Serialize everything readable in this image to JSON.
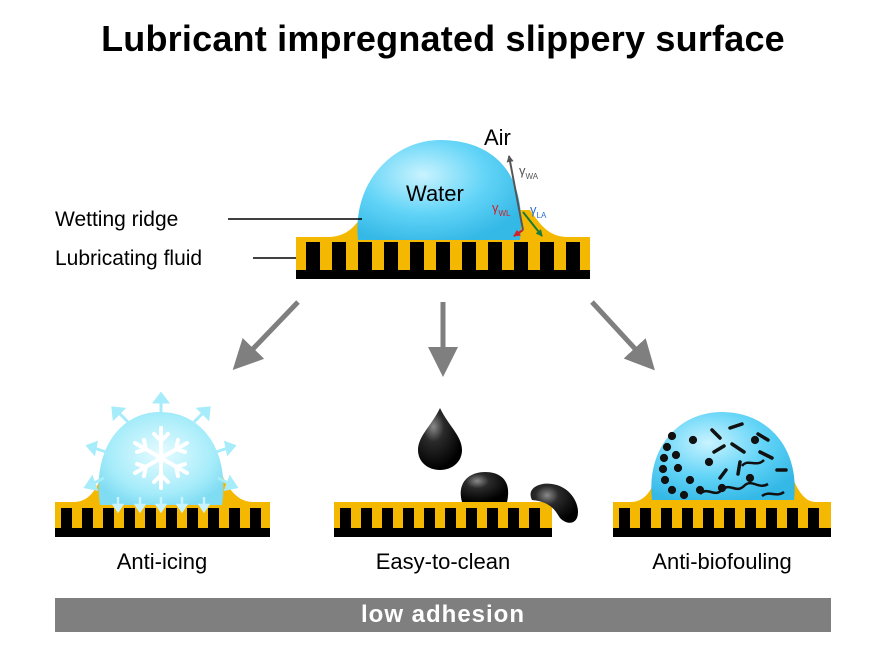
{
  "title": "Lubricant impregnated slippery surface",
  "labels": {
    "air": "Air",
    "water": "Water",
    "wetting_ridge": "Wetting ridge",
    "lubricating_fluid": "Lubricating fluid"
  },
  "tensions": {
    "gamma": "γ",
    "wa": "WA",
    "wl": "WL",
    "la": "LA"
  },
  "applications": {
    "anti_icing": "Anti-icing",
    "easy_to_clean": "Easy-to-clean",
    "anti_biofouling": "Anti-biofouling"
  },
  "bottom_bar": "low adhesion",
  "colors": {
    "lubricant": "#f5b800",
    "water": "#5fd0f5",
    "ice": "#a8eefa",
    "substrate": "#000000",
    "arrow": "#7f7f7f",
    "gamma_wa": "#555555",
    "gamma_wl": "#d0202a",
    "gamma_la": "#1a7a3a",
    "bar": "#7f7f7f"
  }
}
